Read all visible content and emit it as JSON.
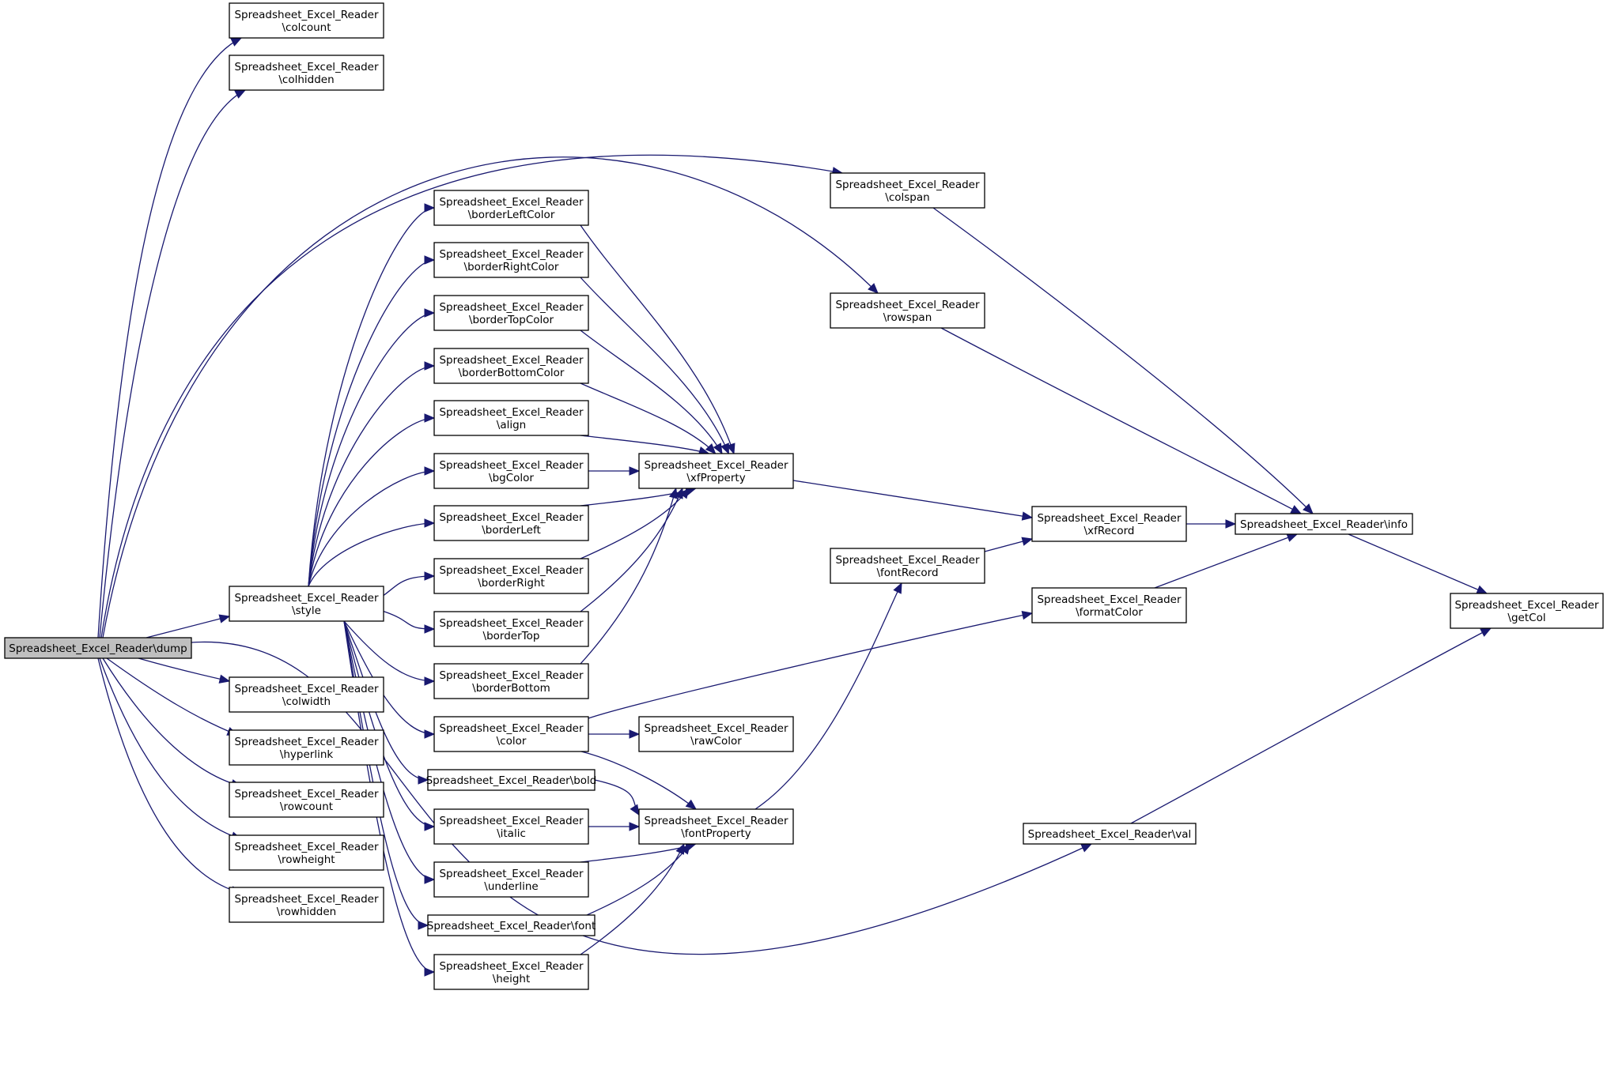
{
  "graph": {
    "root": "dump",
    "colors": {
      "edge": "#191970",
      "root_fill": "#bfbfbf",
      "node_fill": "#ffffff",
      "border": "#000000"
    },
    "nodes": [
      {
        "id": "dump",
        "lines": [
          "Spreadsheet_Excel_Reader\\dump"
        ]
      },
      {
        "id": "colcount",
        "lines": [
          "Spreadsheet_Excel_Reader",
          "\\colcount"
        ]
      },
      {
        "id": "colhidden",
        "lines": [
          "Spreadsheet_Excel_Reader",
          "\\colhidden"
        ]
      },
      {
        "id": "colspan",
        "lines": [
          "Spreadsheet_Excel_Reader",
          "\\colspan"
        ]
      },
      {
        "id": "rowspan",
        "lines": [
          "Spreadsheet_Excel_Reader",
          "\\rowspan"
        ]
      },
      {
        "id": "style",
        "lines": [
          "Spreadsheet_Excel_Reader",
          "\\style"
        ]
      },
      {
        "id": "colwidth",
        "lines": [
          "Spreadsheet_Excel_Reader",
          "\\colwidth"
        ]
      },
      {
        "id": "hyperlink",
        "lines": [
          "Spreadsheet_Excel_Reader",
          "\\hyperlink"
        ]
      },
      {
        "id": "rowcount",
        "lines": [
          "Spreadsheet_Excel_Reader",
          "\\rowcount"
        ]
      },
      {
        "id": "rowheight",
        "lines": [
          "Spreadsheet_Excel_Reader",
          "\\rowheight"
        ]
      },
      {
        "id": "rowhidden",
        "lines": [
          "Spreadsheet_Excel_Reader",
          "\\rowhidden"
        ]
      },
      {
        "id": "borderLeftColor",
        "lines": [
          "Spreadsheet_Excel_Reader",
          "\\borderLeftColor"
        ]
      },
      {
        "id": "borderRightColor",
        "lines": [
          "Spreadsheet_Excel_Reader",
          "\\borderRightColor"
        ]
      },
      {
        "id": "borderTopColor",
        "lines": [
          "Spreadsheet_Excel_Reader",
          "\\borderTopColor"
        ]
      },
      {
        "id": "borderBottomColor",
        "lines": [
          "Spreadsheet_Excel_Reader",
          "\\borderBottomColor"
        ]
      },
      {
        "id": "align",
        "lines": [
          "Spreadsheet_Excel_Reader",
          "\\align"
        ]
      },
      {
        "id": "bgColor",
        "lines": [
          "Spreadsheet_Excel_Reader",
          "\\bgColor"
        ]
      },
      {
        "id": "borderLeft",
        "lines": [
          "Spreadsheet_Excel_Reader",
          "\\borderLeft"
        ]
      },
      {
        "id": "borderRight",
        "lines": [
          "Spreadsheet_Excel_Reader",
          "\\borderRight"
        ]
      },
      {
        "id": "borderTop",
        "lines": [
          "Spreadsheet_Excel_Reader",
          "\\borderTop"
        ]
      },
      {
        "id": "borderBottom",
        "lines": [
          "Spreadsheet_Excel_Reader",
          "\\borderBottom"
        ]
      },
      {
        "id": "color",
        "lines": [
          "Spreadsheet_Excel_Reader",
          "\\color"
        ]
      },
      {
        "id": "bold",
        "lines": [
          "Spreadsheet_Excel_Reader\\bold"
        ]
      },
      {
        "id": "italic",
        "lines": [
          "Spreadsheet_Excel_Reader",
          "\\italic"
        ]
      },
      {
        "id": "underline",
        "lines": [
          "Spreadsheet_Excel_Reader",
          "\\underline"
        ]
      },
      {
        "id": "font",
        "lines": [
          "Spreadsheet_Excel_Reader\\font"
        ]
      },
      {
        "id": "height",
        "lines": [
          "Spreadsheet_Excel_Reader",
          "\\height"
        ]
      },
      {
        "id": "xfProperty",
        "lines": [
          "Spreadsheet_Excel_Reader",
          "\\xfProperty"
        ]
      },
      {
        "id": "rawColor",
        "lines": [
          "Spreadsheet_Excel_Reader",
          "\\rawColor"
        ]
      },
      {
        "id": "fontProperty",
        "lines": [
          "Spreadsheet_Excel_Reader",
          "\\fontProperty"
        ]
      },
      {
        "id": "xfRecord",
        "lines": [
          "Spreadsheet_Excel_Reader",
          "\\xfRecord"
        ]
      },
      {
        "id": "fontRecord",
        "lines": [
          "Spreadsheet_Excel_Reader",
          "\\fontRecord"
        ]
      },
      {
        "id": "formatColor",
        "lines": [
          "Spreadsheet_Excel_Reader",
          "\\formatColor"
        ]
      },
      {
        "id": "val",
        "lines": [
          "Spreadsheet_Excel_Reader\\val"
        ]
      },
      {
        "id": "info",
        "lines": [
          "Spreadsheet_Excel_Reader\\info"
        ]
      },
      {
        "id": "getCol",
        "lines": [
          "Spreadsheet_Excel_Reader",
          "\\getCol"
        ]
      }
    ],
    "edges": [
      [
        "dump",
        "colcount"
      ],
      [
        "dump",
        "colhidden"
      ],
      [
        "dump",
        "colspan"
      ],
      [
        "dump",
        "rowspan"
      ],
      [
        "dump",
        "style"
      ],
      [
        "dump",
        "colwidth"
      ],
      [
        "dump",
        "hyperlink"
      ],
      [
        "dump",
        "rowcount"
      ],
      [
        "dump",
        "rowheight"
      ],
      [
        "dump",
        "rowhidden"
      ],
      [
        "dump",
        "val"
      ],
      [
        "style",
        "borderLeftColor"
      ],
      [
        "style",
        "borderRightColor"
      ],
      [
        "style",
        "borderTopColor"
      ],
      [
        "style",
        "borderBottomColor"
      ],
      [
        "style",
        "align"
      ],
      [
        "style",
        "bgColor"
      ],
      [
        "style",
        "borderLeft"
      ],
      [
        "style",
        "borderRight"
      ],
      [
        "style",
        "borderTop"
      ],
      [
        "style",
        "borderBottom"
      ],
      [
        "style",
        "color"
      ],
      [
        "style",
        "bold"
      ],
      [
        "style",
        "italic"
      ],
      [
        "style",
        "underline"
      ],
      [
        "style",
        "font"
      ],
      [
        "style",
        "height"
      ],
      [
        "borderLeftColor",
        "xfProperty"
      ],
      [
        "borderRightColor",
        "xfProperty"
      ],
      [
        "borderTopColor",
        "xfProperty"
      ],
      [
        "borderBottomColor",
        "xfProperty"
      ],
      [
        "align",
        "xfProperty"
      ],
      [
        "bgColor",
        "xfProperty"
      ],
      [
        "borderLeft",
        "xfProperty"
      ],
      [
        "borderRight",
        "xfProperty"
      ],
      [
        "borderTop",
        "xfProperty"
      ],
      [
        "borderBottom",
        "xfProperty"
      ],
      [
        "color",
        "rawColor"
      ],
      [
        "color",
        "fontProperty"
      ],
      [
        "color",
        "formatColor"
      ],
      [
        "bold",
        "fontProperty"
      ],
      [
        "italic",
        "fontProperty"
      ],
      [
        "underline",
        "fontProperty"
      ],
      [
        "font",
        "fontProperty"
      ],
      [
        "height",
        "fontProperty"
      ],
      [
        "xfProperty",
        "xfRecord"
      ],
      [
        "fontProperty",
        "fontRecord"
      ],
      [
        "fontRecord",
        "xfRecord"
      ],
      [
        "xfRecord",
        "info"
      ],
      [
        "colspan",
        "info"
      ],
      [
        "rowspan",
        "info"
      ],
      [
        "formatColor",
        "info"
      ],
      [
        "info",
        "getCol"
      ],
      [
        "val",
        "getCol"
      ]
    ]
  }
}
